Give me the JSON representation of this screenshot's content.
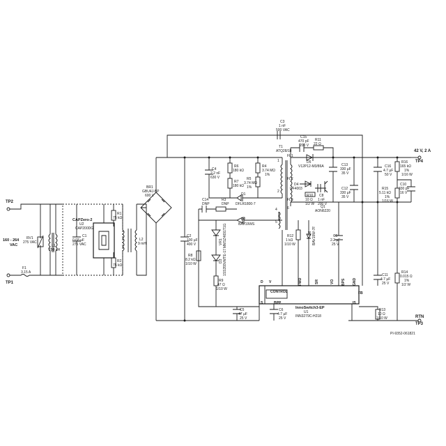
{
  "colors": {
    "wire": "#1a1a1a",
    "background": "#ffffff"
  },
  "terminals": {
    "tp2": "TP2",
    "tp1": "TP1",
    "tp4": "TP4",
    "tp3": "TP3",
    "input_voltage": "160 - 264",
    "input_vac": "VAC",
    "output_voltage": "42 V, 2 A",
    "rtn": "RTN"
  },
  "components": {
    "f1": {
      "ref": "F1",
      "value": "3.15 A"
    },
    "rv1": {
      "ref": "RV1",
      "value": "275 VAC"
    },
    "l1": {
      "ref": "L1",
      "value": "250 µH"
    },
    "capzero": {
      "name": "CAPZero-2",
      "ref": "U2",
      "part": "CAP200DG"
    },
    "c1": {
      "ref": "C1",
      "value": "0.68 µF",
      "rating": "275 VAC"
    },
    "r1": {
      "ref": "R1",
      "value": "75 kΩ"
    },
    "r2": {
      "ref": "R2",
      "value": "75 kΩ"
    },
    "l2": {
      "ref": "L2",
      "value": "9 mH"
    },
    "br1": {
      "ref": "BR1",
      "part": "GBU4J-BP",
      "rating": "600 V"
    },
    "c2": {
      "ref": "C2",
      "value": "100 µF",
      "rating": "400 V"
    },
    "c3": {
      "ref": "C3",
      "value": "1 nF",
      "rating": "500 VAC"
    },
    "c4": {
      "ref": "C4",
      "value": "2.2 nF",
      "rating": "630 V"
    },
    "r6": {
      "ref": "R6",
      "value": "180 kΩ"
    },
    "r7": {
      "ref": "R7",
      "value": "180 kΩ"
    },
    "r4": {
      "ref": "R4",
      "value": "3.74 MΩ",
      "tol": "1%"
    },
    "r5": {
      "ref": "R5",
      "value": "3.74 MΩ",
      "tol": "1%"
    },
    "d1": {
      "ref": "D1",
      "part": "DFLR1800-7"
    },
    "c14": {
      "ref": "C14",
      "value": "DNP"
    },
    "r3": {
      "ref": "R3",
      "value": "DNP"
    },
    "d2": {
      "ref": "D2",
      "part": "BAV19WS"
    },
    "vr1": {
      "ref": "VR1",
      "part": "MMSZ4691T1G"
    },
    "d3": {
      "ref": "D3",
      "part": "1SS355VMTE-17"
    },
    "r8": {
      "ref": "R8",
      "value": "8.2 kΩ",
      "power": "1/10 W"
    },
    "r9": {
      "ref": "R9",
      "value": "47 Ω",
      "power": "1/10 W"
    },
    "c5": {
      "ref": "C5",
      "value": "47 µF",
      "rating": "25 V"
    },
    "c6": {
      "ref": "C6",
      "value": "4.7 µF",
      "rating": "25 V"
    },
    "t1": {
      "ref": "T1",
      "part": "ATQ28/18",
      "pins": [
        "FL1",
        "FL2",
        "FL3",
        "1",
        "2",
        "4",
        "5",
        "6"
      ]
    },
    "c15": {
      "ref": "C15",
      "value": "470 pF",
      "rating": "200 V"
    },
    "r11": {
      "ref": "R11",
      "value": "22 Ω"
    },
    "d5": {
      "ref": "D5",
      "part": "V12P12-M3/86A"
    },
    "c13": {
      "ref": "C13",
      "value": "330 µF",
      "rating": "35 V"
    },
    "c12": {
      "ref": "C12",
      "value": "330 µF",
      "rating": "35 V"
    },
    "d4": {
      "ref": "D4",
      "part": "UF4003"
    },
    "r10": {
      "ref": "R10",
      "value": "10 Ω",
      "power": "1/2 W"
    },
    "c8": {
      "ref": "C8",
      "value": "1 nF",
      "rating": "200 V"
    },
    "q1": {
      "ref": "Q1",
      "part": "AON6220"
    },
    "r12": {
      "ref": "R12",
      "value": "1 kΩ",
      "power": "1/10 W"
    },
    "d6": {
      "ref": "D6",
      "part": "BAV19W-7F"
    },
    "c9": {
      "ref": "C9",
      "value": "2.2 µF",
      "rating": "25 V"
    },
    "c16": {
      "ref": "C16",
      "value": "4.7 µF",
      "rating": "50 V"
    },
    "r16": {
      "ref": "R16",
      "value": "165 kΩ",
      "tol": "1%",
      "power": "1/16 W"
    },
    "r15": {
      "ref": "R15",
      "value": "5.11 kΩ",
      "tol": "1%",
      "power": "1/16 W"
    },
    "c10": {
      "ref": "C10",
      "value": "330 pF",
      "rating": "16 V"
    },
    "c11": {
      "ref": "C11",
      "value": "4.7 µF",
      "rating": "25 V"
    },
    "r14": {
      "ref": "R14",
      "value": "0.015 Ω",
      "tol": "1%",
      "power": "1/2 W"
    },
    "r13": {
      "ref": "R13",
      "value": "10 Ω",
      "power": "1/10 W"
    },
    "u1": {
      "name": "InnoSwitch3-EP",
      "ref": "U1",
      "part": "INN3279C-H218",
      "control_label": "CONTROL",
      "pins": {
        "d": "D",
        "v": "V",
        "s": "S",
        "bpp": "BPP",
        "fwd": "FWD",
        "sr": "SR",
        "vo": "VO",
        "bps": "BPS",
        "gnd": "GND",
        "is": "IS",
        "fb": "FB"
      }
    }
  },
  "footer": {
    "drawing_id": "PI-9352-061821"
  }
}
